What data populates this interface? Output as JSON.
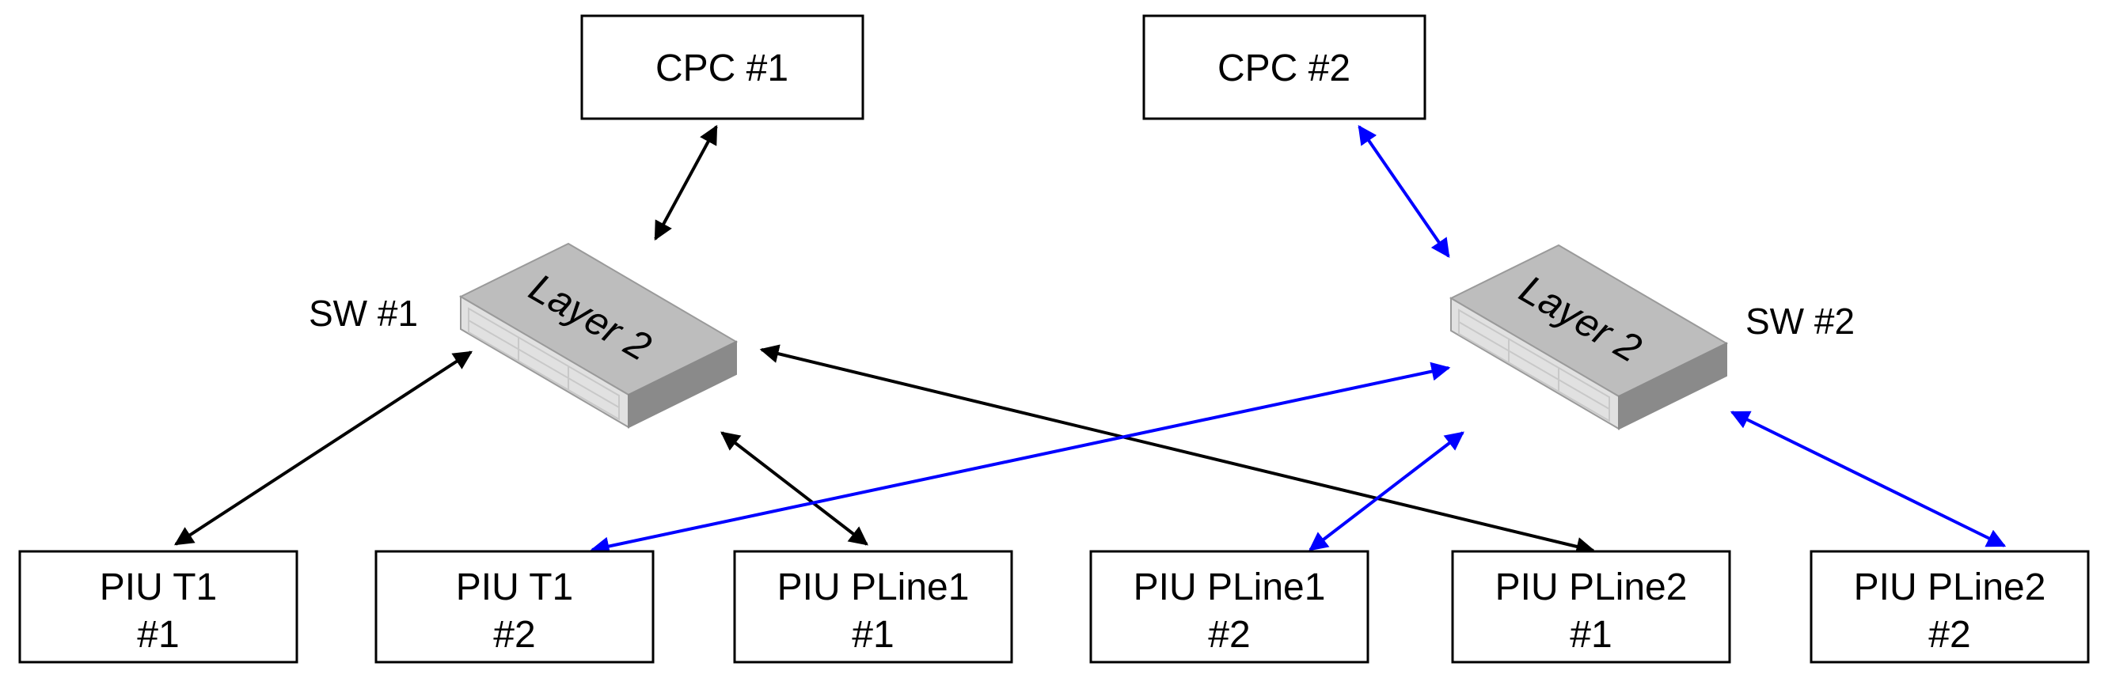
{
  "colors": {
    "link_primary": "#000000",
    "link_secondary": "#0000ff",
    "switch_top": "#bdbdbd",
    "switch_side": "#8a8a8a",
    "switch_edge": "#9a9a9a"
  },
  "nodes": {
    "cpc1": {
      "label": "CPC #1"
    },
    "cpc2": {
      "label": "CPC #2"
    },
    "sw1": {
      "label": "SW #1",
      "device_text": "Layer 2"
    },
    "sw2": {
      "label": "SW #2",
      "device_text": "Layer 2"
    },
    "piu_t1_1": {
      "line1": "PIU T1",
      "line2": "#1"
    },
    "piu_t1_2": {
      "line1": "PIU T1",
      "line2": "#2"
    },
    "piu_pline1_1": {
      "line1": "PIU PLine1",
      "line2": "#1"
    },
    "piu_pline1_2": {
      "line1": "PIU PLine1",
      "line2": "#2"
    },
    "piu_pline2_1": {
      "line1": "PIU PLine2",
      "line2": "#1"
    },
    "piu_pline2_2": {
      "line1": "PIU PLine2",
      "line2": "#2"
    }
  },
  "links": [
    {
      "from": "cpc1",
      "to": "sw1",
      "color": "link_primary"
    },
    {
      "from": "sw1",
      "to": "piu_t1_1",
      "color": "link_primary"
    },
    {
      "from": "sw1",
      "to": "piu_pline1_1",
      "color": "link_primary"
    },
    {
      "from": "sw1",
      "to": "piu_pline2_1",
      "color": "link_primary"
    },
    {
      "from": "cpc2",
      "to": "sw2",
      "color": "link_secondary"
    },
    {
      "from": "sw2",
      "to": "piu_t1_2",
      "color": "link_secondary"
    },
    {
      "from": "sw2",
      "to": "piu_pline1_2",
      "color": "link_secondary"
    },
    {
      "from": "sw2",
      "to": "piu_pline2_2",
      "color": "link_secondary"
    }
  ]
}
